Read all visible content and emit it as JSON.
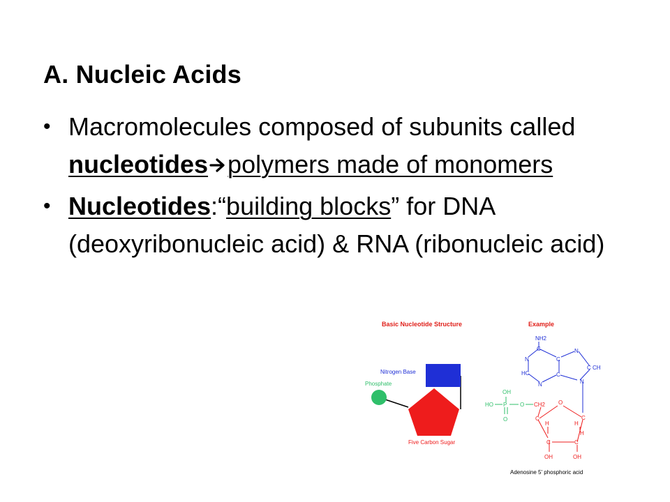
{
  "slide": {
    "title": "A. Nucleic Acids",
    "bullet1": {
      "part1": "Macromolecules composed of subunits called ",
      "term": "nucleotides",
      "underlined_rest": "polymers made of monomers"
    },
    "bullet2": {
      "term": "Nucleotides",
      "colon_quote": ":“",
      "underlined": "building blocks",
      "rest": "” for DNA (deoxyribonucleic acid) & RNA (ribonucleic acid)"
    },
    "arrow_icon": "right-arrow-icon"
  },
  "diagram": {
    "left_title": "Basic Nucleotide Structure",
    "right_title": "Example",
    "label_nitrogen_base": "Nitrogen Base",
    "label_phosphate": "Phosphate",
    "label_sugar": "Five Carbon Sugar",
    "caption": "Adenosine 5' phosphoric acid",
    "atoms": {
      "nh2": "NH2",
      "n": "N",
      "c": "C",
      "hc": "HC",
      "ch": "CH",
      "oh": "OH",
      "o": "O",
      "p": "P",
      "ho": "HO",
      "ch2": "CH2",
      "h": "H"
    },
    "colors": {
      "title_red": "#e0201a",
      "base_blue": "#1f2fd6",
      "phosphate_green": "#2fbf6a",
      "sugar_red": "#ee1c1c",
      "line": "#000000"
    }
  }
}
